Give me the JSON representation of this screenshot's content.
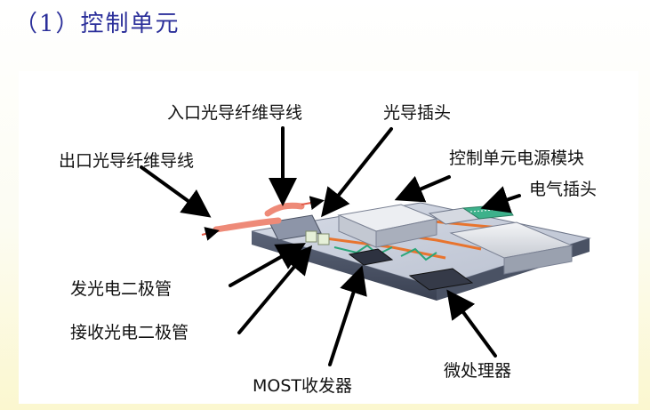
{
  "title": "（1）控制单元",
  "labels": {
    "inlet_fiber": "入口光导纤维导线",
    "optical_plug": "光导插头",
    "outlet_fiber": "出口光导纤维导线",
    "power_module": "控制单元电源模块",
    "electrical_plug": "电气插头",
    "emitter_diode": "发光电二极管",
    "receiver_diode": "接收光电二极管",
    "most_transceiver": "MOST收发器",
    "microprocessor": "微处理器"
  }
}
